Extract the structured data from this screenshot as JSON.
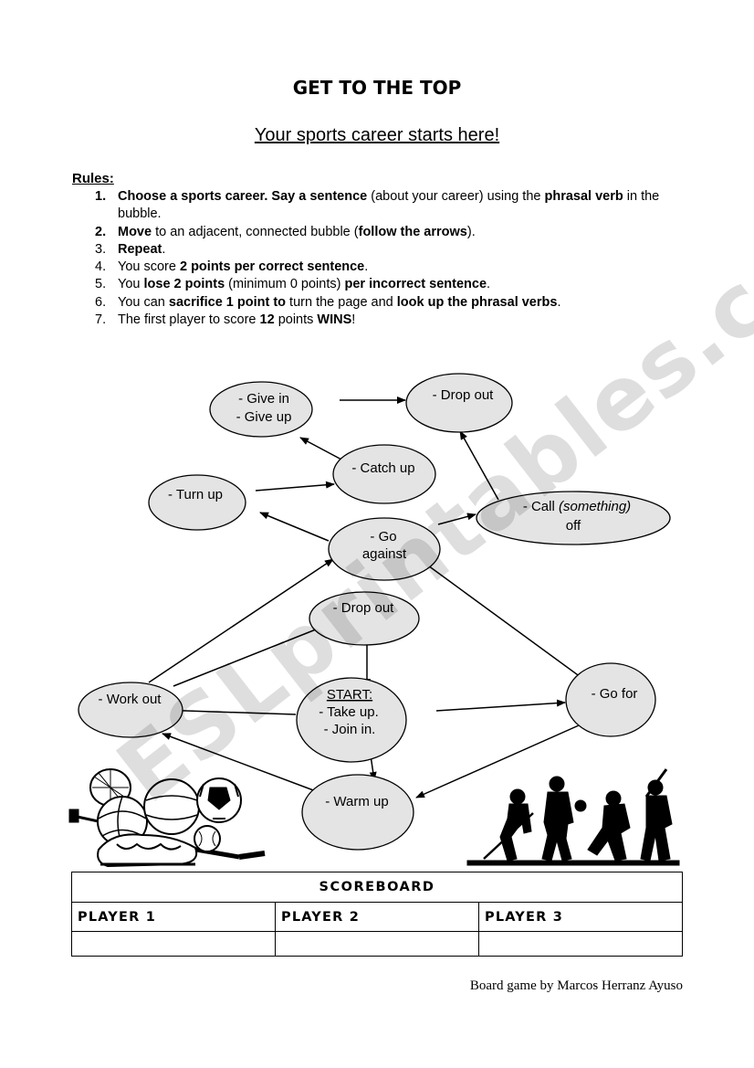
{
  "watermark": "ESLprintables.com",
  "title": "GET TO THE TOP",
  "subtitle": "Your sports career starts here!",
  "rules": {
    "heading": "Rules:",
    "items": [
      {
        "num": "1.",
        "num_bold": true,
        "parts": [
          {
            "t": "Choose a sports career. Say a sentence",
            "b": true
          },
          {
            "t": " (about your career) using the ",
            "b": false
          },
          {
            "t": "phrasal verb",
            "b": true
          },
          {
            "t": " in the bubble.",
            "b": false
          }
        ]
      },
      {
        "num": "2.",
        "num_bold": true,
        "parts": [
          {
            "t": "Move",
            "b": true
          },
          {
            "t": " to an adjacent, connected bubble (",
            "b": false
          },
          {
            "t": "follow the arrows",
            "b": true
          },
          {
            "t": ").",
            "b": false
          }
        ]
      },
      {
        "num": "3.",
        "num_bold": false,
        "parts": [
          {
            "t": "Repeat",
            "b": true
          },
          {
            "t": ".",
            "b": false
          }
        ]
      },
      {
        "num": "4.",
        "num_bold": false,
        "parts": [
          {
            "t": "You score ",
            "b": false
          },
          {
            "t": "2 points per correct sentence",
            "b": true
          },
          {
            "t": ".",
            "b": false
          }
        ]
      },
      {
        "num": "5.",
        "num_bold": false,
        "parts": [
          {
            "t": "You ",
            "b": false
          },
          {
            "t": "lose 2 points",
            "b": true
          },
          {
            "t": " (minimum 0 points) ",
            "b": false
          },
          {
            "t": "per incorrect sentence",
            "b": true
          },
          {
            "t": ".",
            "b": false
          }
        ]
      },
      {
        "num": "6.",
        "num_bold": false,
        "parts": [
          {
            "t": "You can ",
            "b": false
          },
          {
            "t": "sacrifice 1 point to",
            "b": true
          },
          {
            "t": " turn the page and ",
            "b": false
          },
          {
            "t": "look up the phrasal verbs",
            "b": true
          },
          {
            "t": ".",
            "b": false
          }
        ]
      },
      {
        "num": "7.",
        "num_bold": false,
        "parts": [
          {
            "t": "The first player to score  ",
            "b": false
          },
          {
            "t": "12",
            "b": true
          },
          {
            "t": " points ",
            "b": false
          },
          {
            "t": "WINS",
            "b": true
          },
          {
            "t": "!",
            "b": false
          }
        ]
      }
    ]
  },
  "bubbles": {
    "give_in": [
      "- Give in",
      "- Give up"
    ],
    "drop_out_top": [
      "- Drop out"
    ],
    "catch_up": [
      "- Catch up"
    ],
    "turn_up": [
      "- Turn up"
    ],
    "call_off": [
      "- Call (something)",
      "off"
    ],
    "go_against": [
      "- Go",
      "against"
    ],
    "drop_out_mid": [
      "- Drop out"
    ],
    "work_out": [
      "- Work out"
    ],
    "start": [
      "START:",
      "- Take up.",
      "- Join in."
    ],
    "go_for": [
      "- Go for"
    ],
    "warm_up": [
      "- Warm up"
    ]
  },
  "scoreboard": {
    "title": "SCOREBOARD",
    "players": [
      "PLAYER 1",
      "PLAYER 2",
      "PLAYER 3"
    ],
    "scores": [
      "",
      "",
      ""
    ]
  },
  "credit": "Board game by Marcos Herranz Ayuso"
}
